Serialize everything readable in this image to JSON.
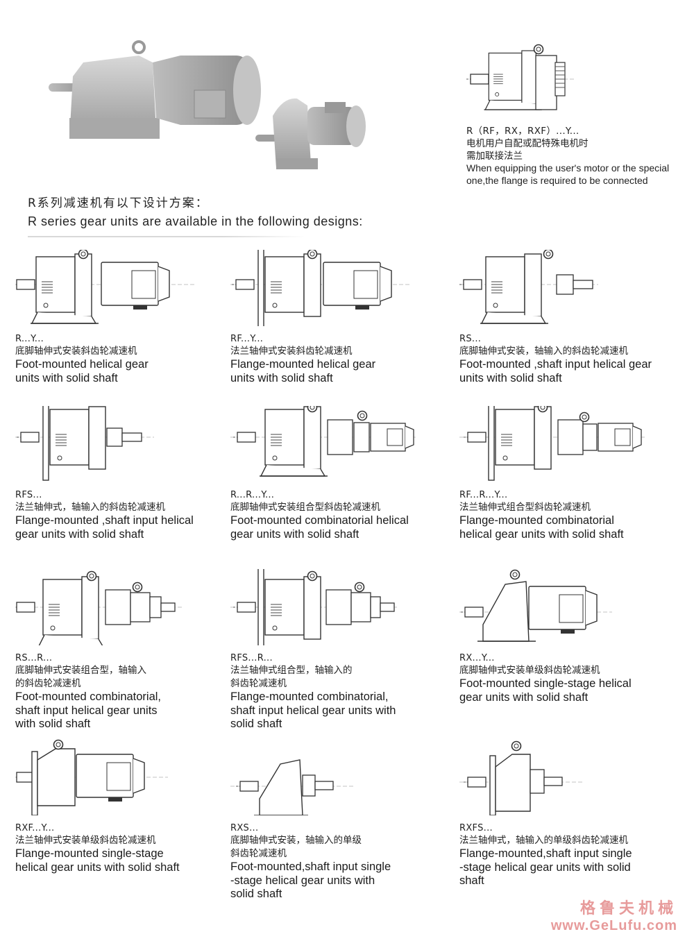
{
  "intro": {
    "heading_zh": "R系列减速机有以下设计方案：",
    "heading_en": "R series gear units are available in the following designs:"
  },
  "callout": {
    "code": "R（RF，RX，RXF）...Y...",
    "zh_line1": "电机用户自配或配特殊电机时",
    "zh_line2": "需加联接法兰",
    "en": "When equipping the user's motor or the special one,the flange is required to be connected"
  },
  "designs": [
    {
      "code": "R...Y...",
      "zh": "底脚轴伸式安装斜齿轮减速机",
      "en_line1": "Foot-mounted helical gear",
      "en_line2": "units with solid shaft",
      "en_line3": ""
    },
    {
      "code": "RF...Y...",
      "zh": "法兰轴伸式安装斜齿轮减速机",
      "en_line1": "Flange-mounted helical gear",
      "en_line2": "units with solid shaft",
      "en_line3": ""
    },
    {
      "code": "RS...",
      "zh": "底脚轴伸式安装，轴输入的斜齿轮减速机",
      "en_line1": "Foot-mounted ,shaft input helical gear",
      "en_line2": "units with solid shaft",
      "en_line3": ""
    },
    {
      "code": "RFS...",
      "zh": "法兰轴伸式，轴输入的斜齿轮减速机",
      "en_line1": "Flange-mounted ,shaft input helical",
      "en_line2": "gear units with solid shaft",
      "en_line3": ""
    },
    {
      "code": "R...R...Y...",
      "zh": "底脚轴伸式安装组合型斜齿轮减速机",
      "en_line1": "Foot-mounted combinatorial helical",
      "en_line2": "gear units with solid shaft",
      "en_line3": ""
    },
    {
      "code": "RF...R...Y...",
      "zh": "法兰轴伸式组合型斜齿轮减速机",
      "en_line1": "Flange-mounted combinatorial",
      "en_line2": "helical gear units with solid shaft",
      "en_line3": ""
    },
    {
      "code": "RS...R...",
      "zh": "底脚轴伸式安装组合型，轴输入",
      "zh2": "的斜齿轮减速机",
      "en_line1": "Foot-mounted combinatorial,",
      "en_line2": "shaft input helical gear units",
      "en_line3": "with solid shaft"
    },
    {
      "code": "RFS...R...",
      "zh": "法兰轴伸式组合型，轴输入的",
      "zh2": "斜齿轮减速机",
      "en_line1": "Flange-mounted combinatorial,",
      "en_line2": "shaft input helical gear units with",
      "en_line3": "solid shaft"
    },
    {
      "code": "RX...Y...",
      "zh": "底脚轴伸式安装单级斜齿轮减速机",
      "en_line1": "Foot-mounted single-stage helical",
      "en_line2": "gear units with solid shaft",
      "en_line3": ""
    },
    {
      "code": "RXF...Y...",
      "zh": "法兰轴伸式安装单级斜齿轮减速机",
      "en_line1": "Flange-mounted single-stage",
      "en_line2": "helical gear units with solid shaft",
      "en_line3": ""
    },
    {
      "code": "RXS...",
      "zh": "底脚轴伸式安装，轴输入的单级",
      "zh2": "斜齿轮减速机",
      "en_line1": "Foot-mounted,shaft input single",
      "en_line2": "-stage  helical gear units with",
      "en_line3": "solid shaft"
    },
    {
      "code": "RXFS...",
      "zh": "法兰轴伸式，轴输入的单级斜齿轮减速机",
      "en_line1": "Flange-mounted,shaft input single",
      "en_line2": "-stage  helical gear units with solid",
      "en_line3": "shaft"
    }
  ],
  "watermark": {
    "zh": "格鲁夫机械",
    "url": "www.GeLufu.com"
  }
}
